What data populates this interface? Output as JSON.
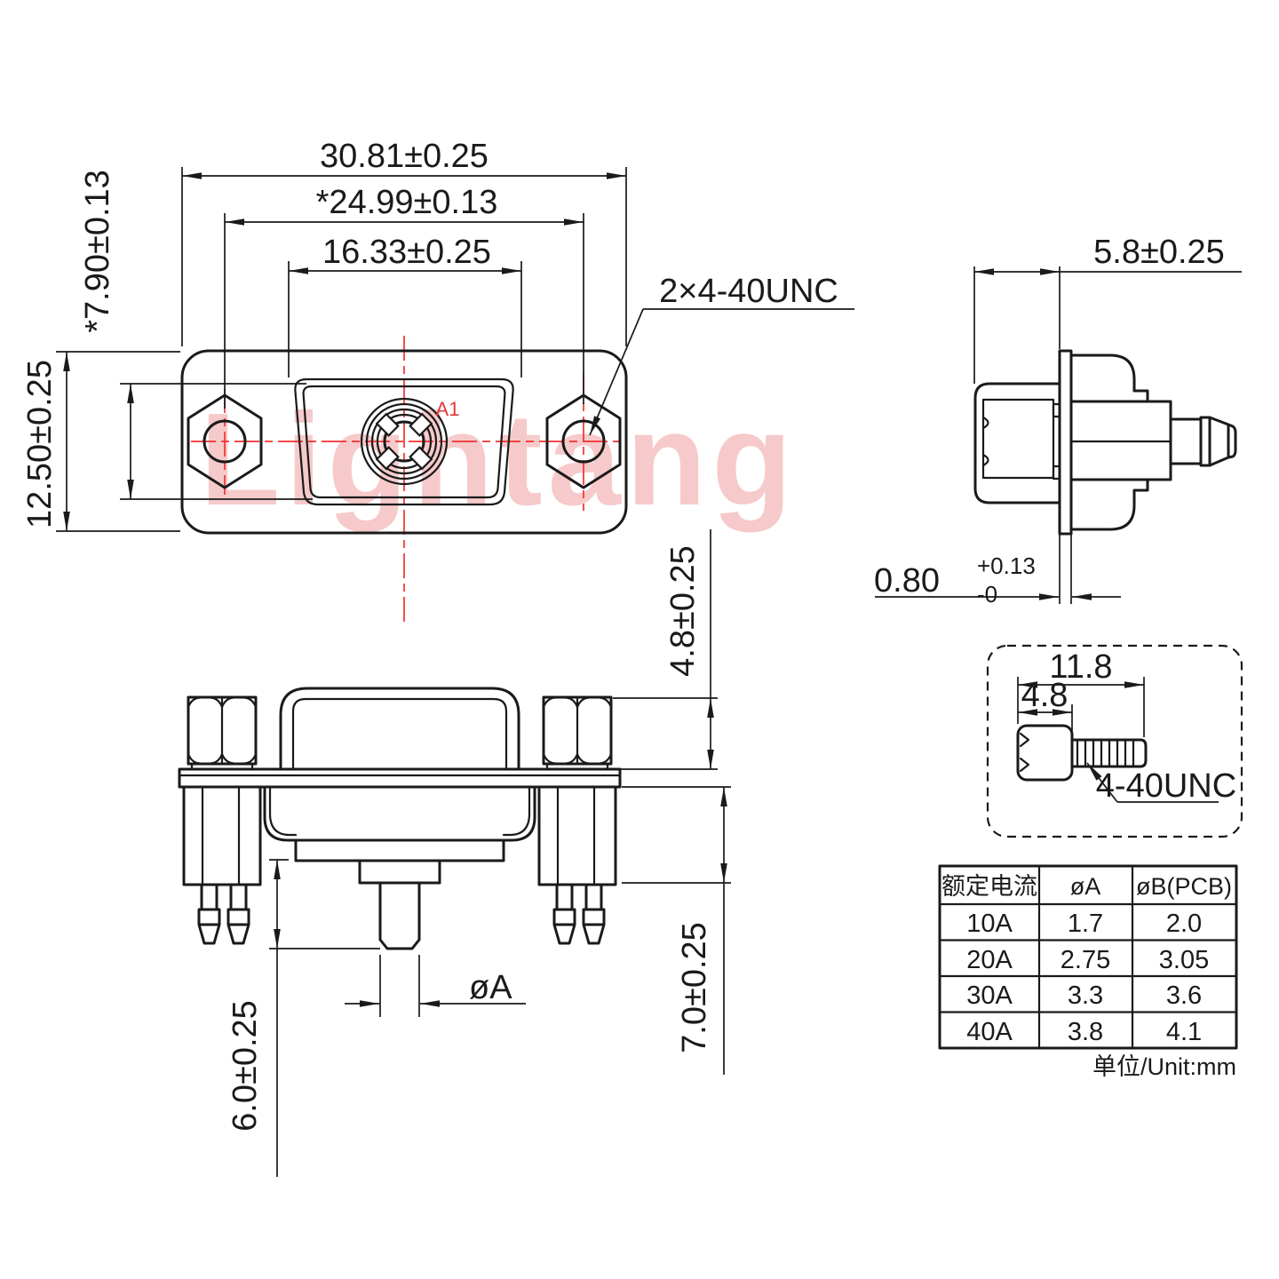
{
  "drawing": {
    "front_view": {
      "dim_overall_width": "30.81±0.25",
      "dim_mount_hole_spacing": "*24.99±0.13",
      "dim_opening_width": "16.33±0.25",
      "dim_opening_height": "*7.90±0.13",
      "dim_overall_height": "12.50±0.25",
      "thread_callout": "2×4-40UNC",
      "contact_label": "A1"
    },
    "side_view": {
      "dim_depth": "5.8±0.25",
      "dim_flange_thickness": "0.80",
      "flange_tol_plus": "+0.13",
      "flange_tol_minus": "-0"
    },
    "bottom_view": {
      "dim_nut_height": "4.8±0.25",
      "dim_insulator_depth": "7.0±0.25",
      "dim_pin_length": "6.0±0.25",
      "dim_pin_diameter": "øA"
    },
    "screw_detail": {
      "dim_total_length": "11.8",
      "dim_head_length": "4.8",
      "thread_label": "4-40UNC"
    },
    "watermark": "Lightang"
  },
  "spec_table": {
    "headers": [
      "额定电流",
      "øA",
      "øB(PCB)"
    ],
    "rows": [
      [
        "10A",
        "1.7",
        "2.0"
      ],
      [
        "20A",
        "2.75",
        "3.05"
      ],
      [
        "30A",
        "3.3",
        "3.6"
      ],
      [
        "40A",
        "3.8",
        "4.1"
      ]
    ],
    "unit_note": "单位/Unit:mm"
  },
  "colors": {
    "line": "#1a1a1a",
    "accent_red": "#f23131",
    "label_red": "#e03a3a",
    "watermark_pink": "#f6caca"
  }
}
